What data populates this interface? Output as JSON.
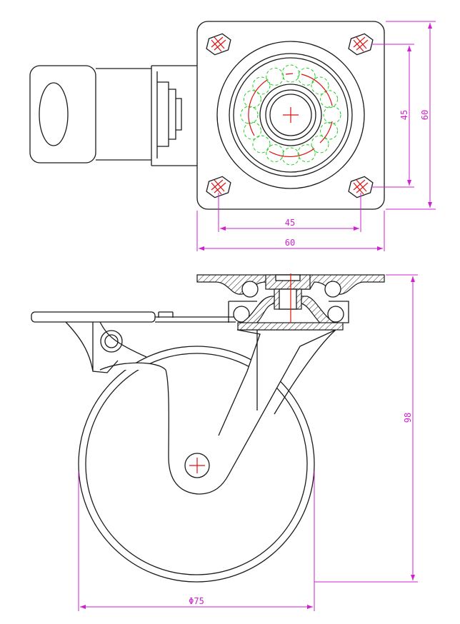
{
  "title": "Swivel caster with brake - technical drawing",
  "dimensions": {
    "top_vertical_hole_spacing": "45",
    "top_vertical_plate": "60",
    "top_horizontal_hole_spacing": "45",
    "top_horizontal_plate": "60",
    "side_height": "98",
    "wheel_diameter": "Φ75"
  },
  "colors": {
    "outline": "#1a1a1a",
    "dimension": "#d020d0",
    "centerline": "#e01010",
    "hidden": "#22cc22"
  }
}
